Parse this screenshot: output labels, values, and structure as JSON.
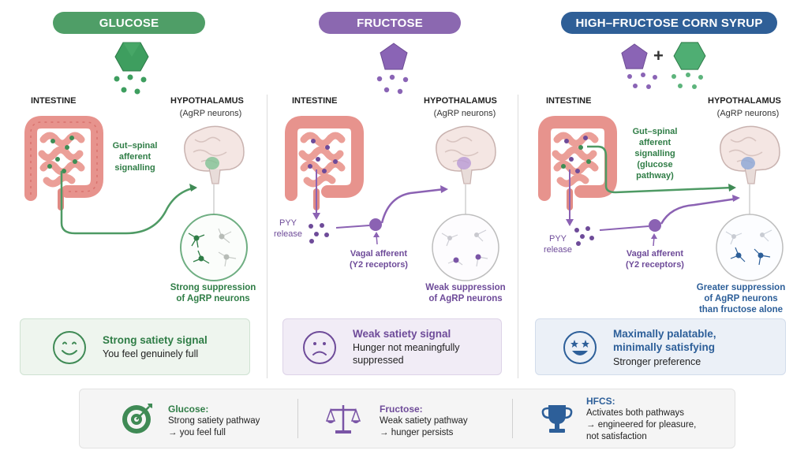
{
  "columns": [
    {
      "id": "glucose",
      "title": "GLUCOSE",
      "color": "#3f9a5c",
      "intestine_label": "INTESTINE",
      "hypo_label": "HYPOTHALAMUS",
      "hypo_sub": "(AgRP neurons)",
      "pathway_label": "Gut–spinal\nafferent\nsignalling",
      "outcome": "Strong suppression\nof AgRP neurons",
      "card_title": "Strong satiety signal",
      "card_text": "You feel genuinely full"
    },
    {
      "id": "fructose",
      "title": "FRUCTOSE",
      "color": "#8b62b3",
      "intestine_label": "INTESTINE",
      "hypo_label": "HYPOTHALAMUS",
      "hypo_sub": "(AgRP neurons)",
      "pyy_label": "PYY\nrelease",
      "vagal_label": "Vagal afferent\n(Y2 receptors)",
      "outcome": "Weak suppression\nof AgRP neurons",
      "card_title": "Weak satiety signal",
      "card_text": "Hunger not meaningfully\nsuppressed"
    },
    {
      "id": "hfcs",
      "title": "HIGH–FRUCTOSE CORN SYRUP",
      "color": "#2d5f99",
      "intestine_label": "INTESTINE",
      "hypo_label": "HYPOTHALAMUS",
      "hypo_sub": "(AgRP neurons)",
      "pathway_label": "Gut–spinal\nafferent\nsignalling\n(glucose\npathway)",
      "pyy_label": "PYY\nrelease",
      "vagal_label": "Vagal afferent\n(Y2 receptors)",
      "outcome": "Greater suppression\nof AgRP neurons\nthan fructose alone",
      "plus": "+",
      "card_title": "Maximally palatable,\nminimally satisfying",
      "card_text": "Stronger preference"
    }
  ],
  "summary": [
    {
      "title": "Glucose:",
      "text": "Strong satiety pathway\n→ you feel full",
      "icon": "target-icon",
      "color": "#3f9a5c"
    },
    {
      "title": "Fructose:",
      "text": "Weak satiety pathway\n→ hunger persists",
      "icon": "scales-icon",
      "color": "#8b62b3"
    },
    {
      "title": "HFCS:",
      "text": "Activates both pathways\n→ engineered for pleasure,\nnot satisfaction",
      "icon": "trophy-icon",
      "color": "#2d5f99"
    }
  ]
}
